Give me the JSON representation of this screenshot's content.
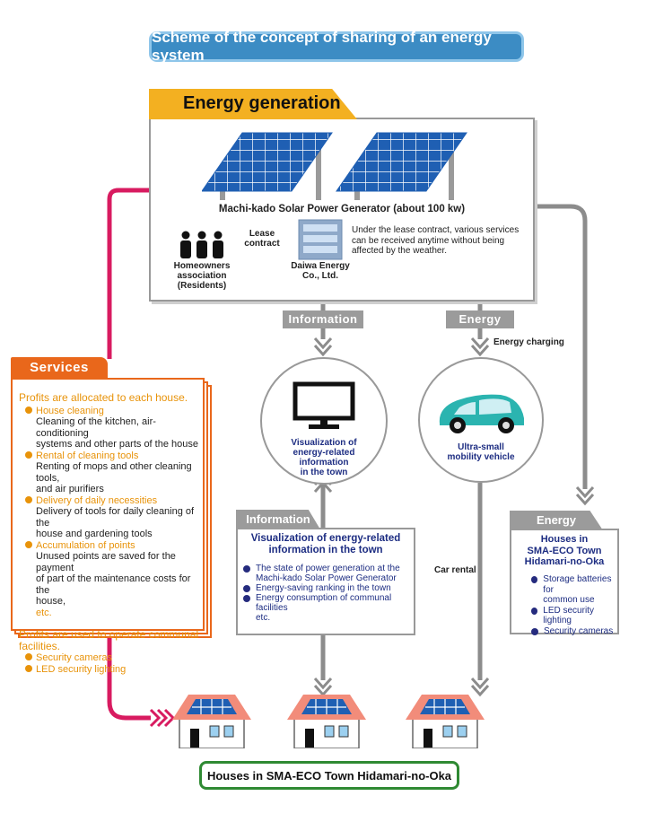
{
  "title": "Scheme of the concept of sharing of an energy system",
  "energy_generation": {
    "heading": "Energy generation",
    "solar_caption": "Machi-kado Solar Power Generator (about 100 kw)",
    "lease_label": "Lease contract",
    "homeowners": [
      "Homeowners",
      "association",
      "(Residents)"
    ],
    "daiwa": [
      "Daiwa Energy",
      "Co., Ltd."
    ],
    "lease_note": [
      "Under the lease contract, various services",
      "can be received anytime without being",
      "affected by the weather."
    ]
  },
  "services": {
    "heading": "Services",
    "intro1": "Profits are allocated to each house.",
    "items": [
      {
        "title": "House cleaning",
        "desc": [
          "Cleaning of the kitchen, air-conditioning",
          "systems and other parts of the house"
        ]
      },
      {
        "title": "Rental of cleaning tools",
        "desc": [
          "Renting of mops and other cleaning tools,",
          "and air purifiers"
        ]
      },
      {
        "title": "Delivery of daily necessities",
        "desc": [
          "Delivery of tools for daily cleaning of the",
          "house and gardening tools"
        ]
      },
      {
        "title": "Accumulation of points",
        "desc": [
          "Unused points are saved for the payment",
          "of part of the maintenance costs for the",
          "house,"
        ]
      }
    ],
    "etc": "etc.",
    "intro2": [
      "Profits are used to operate communal",
      "facilities."
    ],
    "communal": [
      "Security cameras",
      "LED security lighting"
    ]
  },
  "flow_labels": {
    "information": "Information",
    "energy": "Energy",
    "energy_charging": "Energy charging",
    "car_rental": "Car rental"
  },
  "visualization_circle": [
    "Visualization of",
    "energy-related",
    "information",
    "in the town"
  ],
  "mobility_circle": [
    "Ultra-small",
    "mobility vehicle"
  ],
  "info_box": {
    "tab": "Information",
    "title": [
      "Visualization of energy-related",
      "information in the town"
    ],
    "items": [
      [
        "The state of power generation at the",
        "Machi-kado Solar Power Generator"
      ],
      [
        "Energy-saving ranking in the town"
      ],
      [
        "Energy consumption of communal",
        "facilities"
      ]
    ],
    "etc": "etc."
  },
  "energy_box": {
    "tab": "Energy",
    "title": [
      "Houses in",
      "SMA-ECO Town",
      "Hidamari-no-Oka"
    ],
    "items": [
      [
        "Storage batteries for",
        "common use"
      ],
      [
        "LED security lighting"
      ],
      [
        "Security cameras"
      ]
    ]
  },
  "footer": "Houses in SMA-ECO Town Hidamari-no-Oka",
  "colors": {
    "title_bg": "#3c8cc4",
    "energy_tab": "#f3b021",
    "services": "#e9671b",
    "service_text": "#e8930a",
    "magenta_arrow": "#d81b60",
    "grey_arrow": "#8c8c8c",
    "navy_text": "#1d2d82",
    "footer_border": "#2f8a33",
    "solar_panel": "#1f5fb3",
    "roof": "#f28c7a"
  }
}
